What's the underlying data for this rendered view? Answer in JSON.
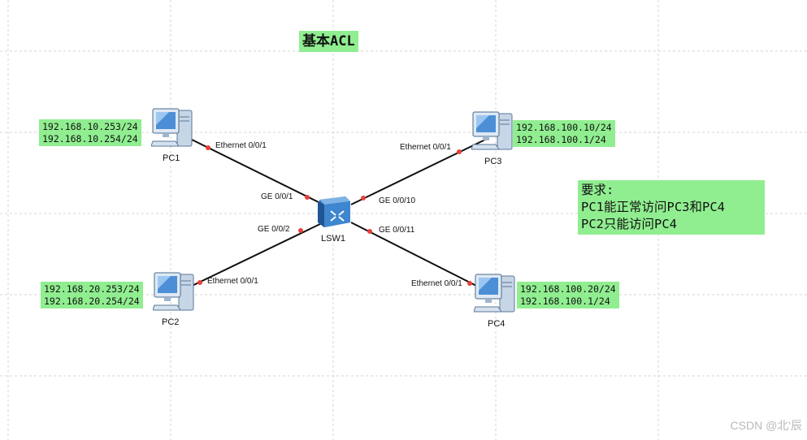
{
  "title": "基本ACL",
  "requirements": {
    "heading": "要求:",
    "line1": "PC1能正常访问PC3和PC4",
    "line2": "PC2只能访问PC4"
  },
  "switch": {
    "name": "LSW1",
    "ports": {
      "pc1": "GE 0/0/1",
      "pc2": "GE 0/0/2",
      "pc3": "GE 0/0/10",
      "pc4": "GE 0/0/11"
    }
  },
  "pcs": [
    {
      "name": "PC1",
      "port": "Ethernet 0/0/1",
      "ip": "192.168.10.253/24",
      "gateway": "192.168.10.254/24"
    },
    {
      "name": "PC2",
      "port": "Ethernet 0/0/1",
      "ip": "192.168.20.253/24",
      "gateway": "192.168.20.254/24"
    },
    {
      "name": "PC3",
      "port": "Ethernet 0/0/1",
      "ip": "192.168.100.10/24",
      "gateway": "192.168.100.1/24"
    },
    {
      "name": "PC4",
      "port": "Ethernet 0/0/1",
      "ip": "192.168.100.20/24",
      "gateway": "192.168.100.1/24"
    }
  ],
  "watermark": "CSDN @北'辰",
  "colors": {
    "highlight": "#90ee90",
    "link": "#111111",
    "port_dot": "#e8403a",
    "grid": "#d4d4d4"
  }
}
